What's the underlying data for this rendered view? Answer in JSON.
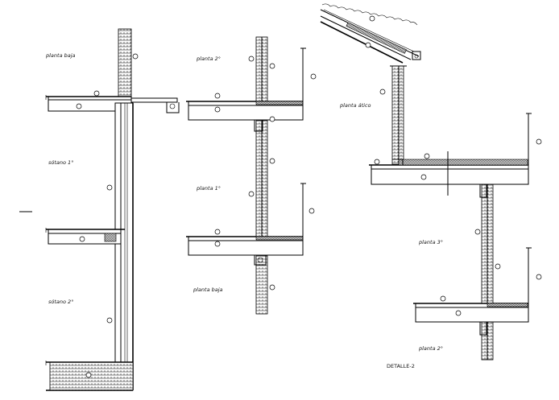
{
  "drawing_title": "DETALLE-2",
  "left_section": {
    "labels": [
      "planta baja",
      "sótano 1°",
      "sótano 2°"
    ]
  },
  "middle_section": {
    "labels": [
      "planta 2°",
      "planta 1°",
      "planta baja"
    ]
  },
  "right_section": {
    "labels": [
      "planta ático",
      "planta 3°",
      "planta 2°"
    ]
  },
  "colors": {
    "line": "#000000",
    "background": "#ffffff"
  }
}
